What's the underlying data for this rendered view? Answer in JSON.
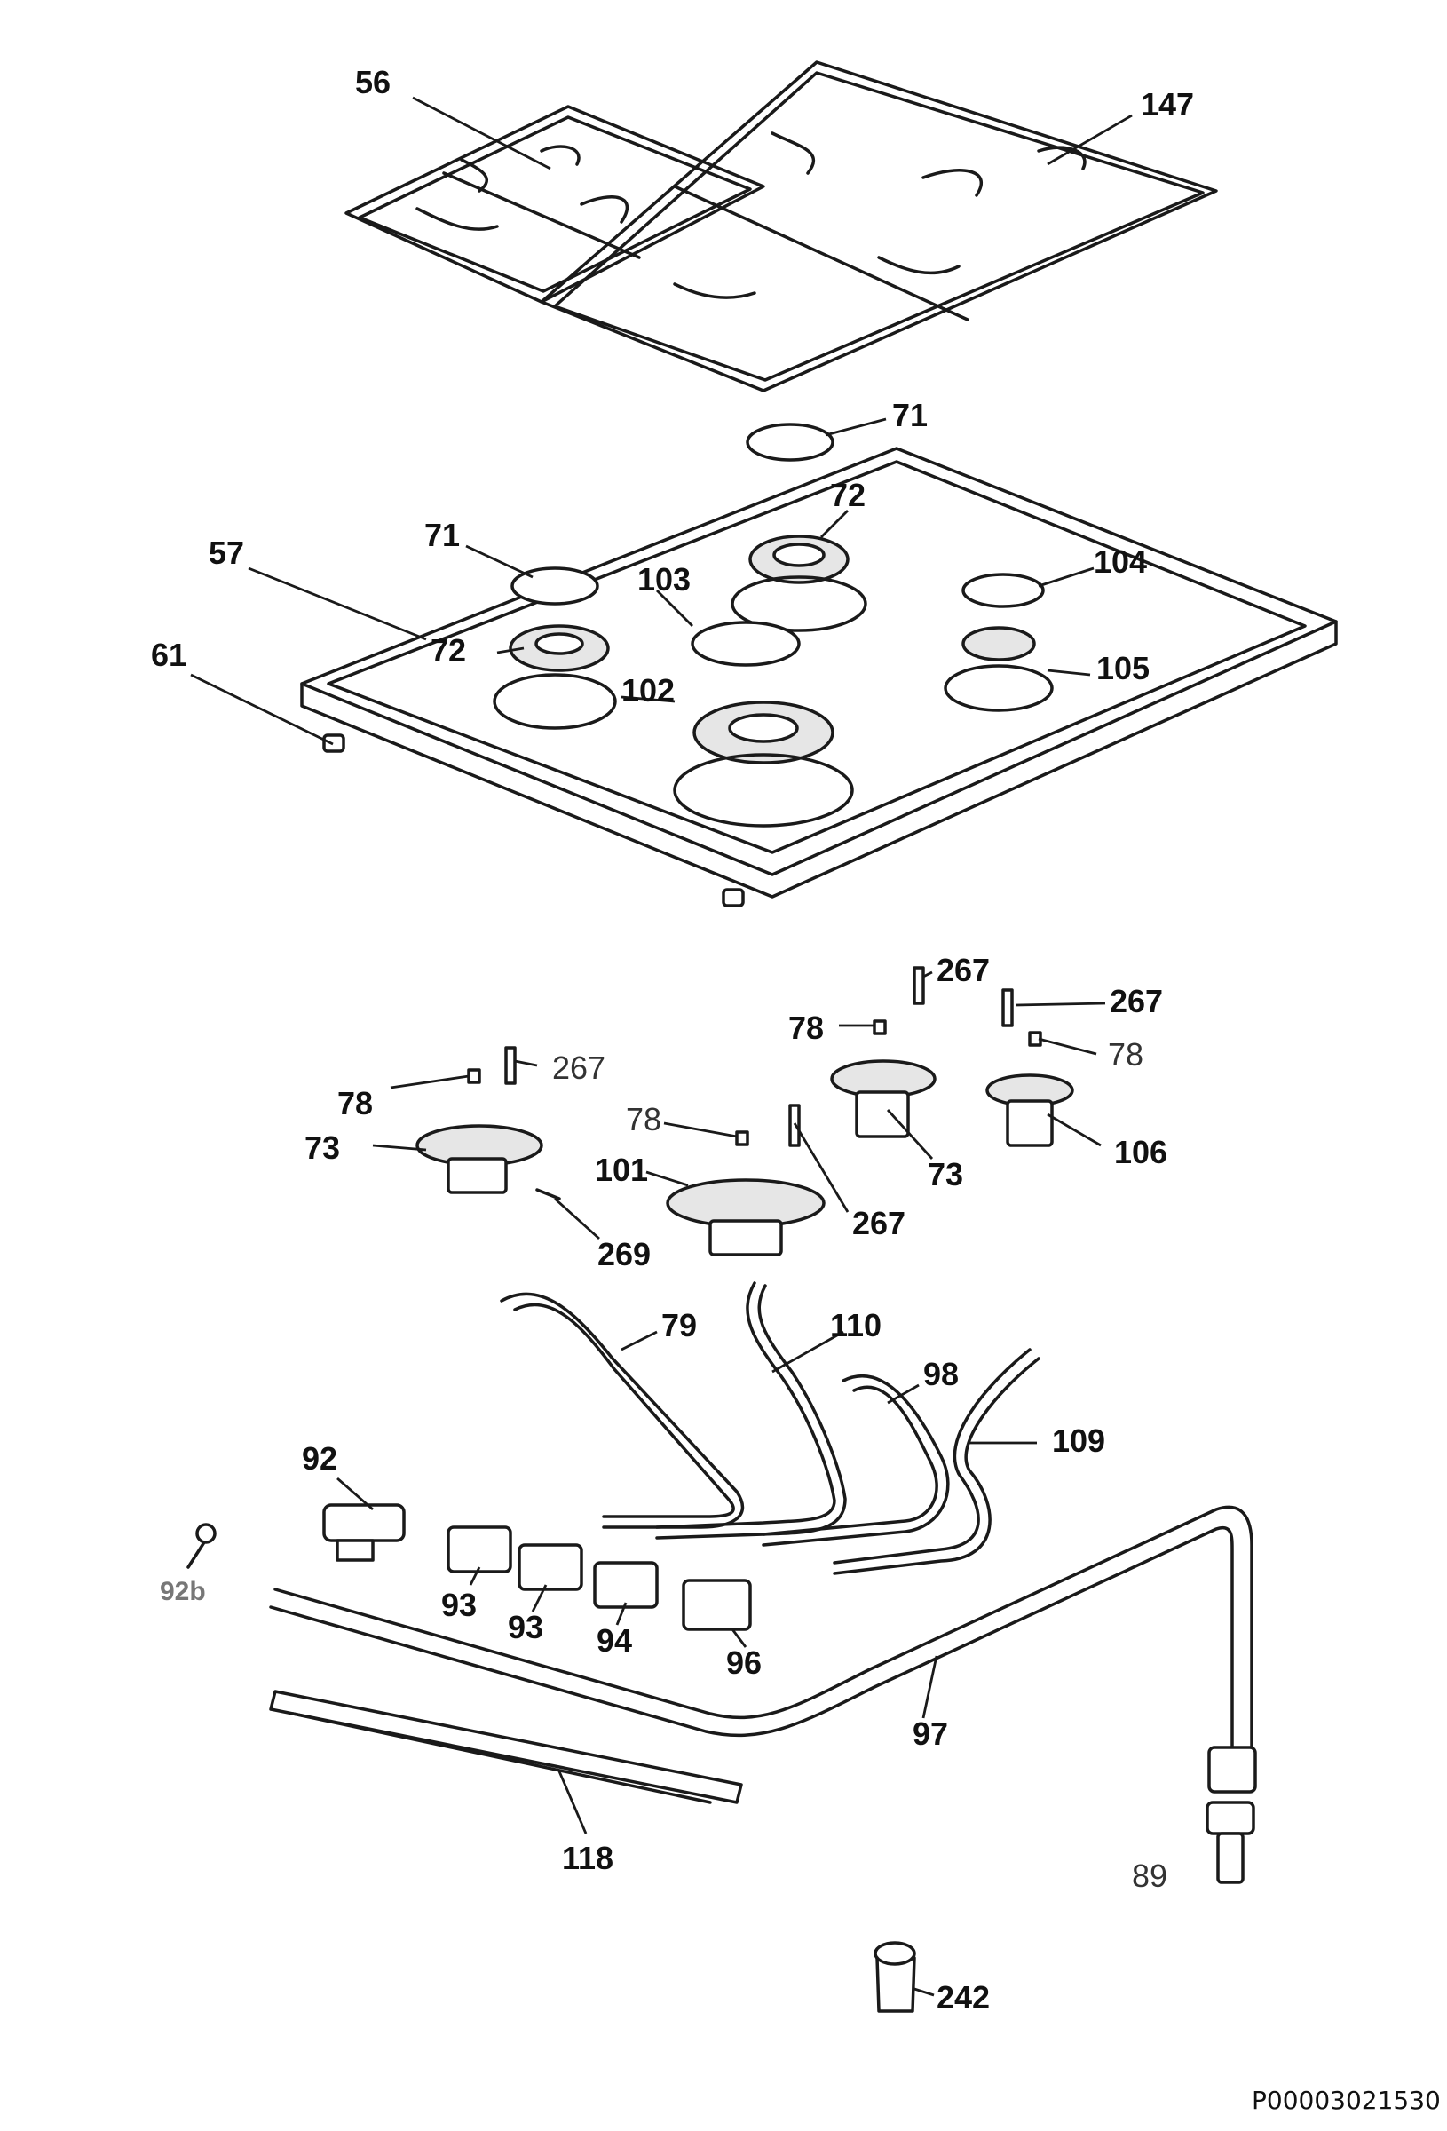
{
  "diagram": {
    "part_labels": {
      "l56": "56",
      "l147": "147",
      "l71a": "71",
      "l71b": "71",
      "l72a": "72",
      "l72b": "72",
      "l57": "57",
      "l61": "61",
      "l103": "103",
      "l104": "104",
      "l102": "102",
      "l105": "105",
      "l267a": "267",
      "l267b": "267",
      "l267c": "267",
      "l267d": "267",
      "l78a": "78",
      "l78b": "78",
      "l78c": "78",
      "l78d": "78",
      "l73a": "73",
      "l73b": "73",
      "l106": "106",
      "l101": "101",
      "l269": "269",
      "l79": "79",
      "l110": "110",
      "l98": "98",
      "l109": "109",
      "l92": "92",
      "l92b": "92b",
      "l93a": "93",
      "l93b": "93",
      "l94": "94",
      "l96": "96",
      "l97": "97",
      "l118": "118",
      "l89": "89",
      "l242": "242"
    },
    "drawing_code": "P00003021530"
  }
}
